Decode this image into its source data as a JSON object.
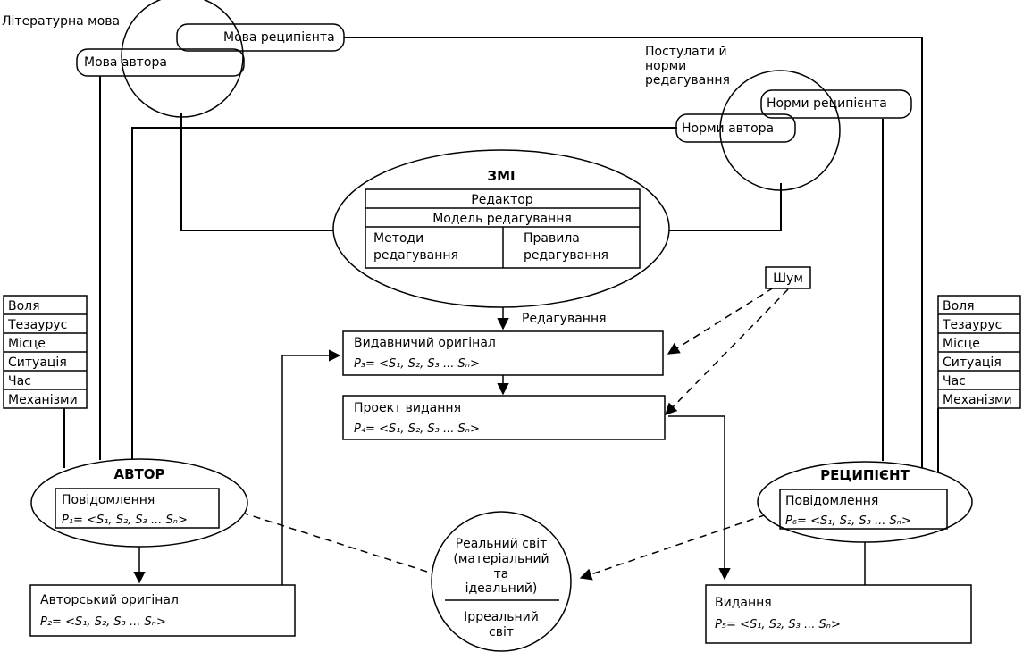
{
  "top_left_label": "Літературна мова",
  "top_right_label": [
    "Постулати й",
    "норми",
    "редагування"
  ],
  "author_language": "Мова автора",
  "recipient_language": "Мова реципієнта",
  "author_norms": "Норми автора",
  "recipient_norms": "Норми реципієнта",
  "media": {
    "title": "ЗМІ",
    "editor": "Редактор",
    "model": "Модель редагування",
    "methods": [
      "Методи",
      "редагування"
    ],
    "rules": [
      "Правила",
      "редагування"
    ]
  },
  "editing_label": "Редагування",
  "noise": "Шум",
  "publishing_original": {
    "title": "Видавничий оригінал",
    "formula": "P₃= <S₁,  S₂,  S₃ ...  Sₙ>"
  },
  "publication_project": {
    "title": "Проект видання",
    "formula": "P₄= <S₁,  S₂,  S₃ ...  Sₙ>"
  },
  "attributes_left": [
    "Воля",
    "Тезаурус",
    "Місце",
    "Ситуація",
    "Час",
    "Механізми"
  ],
  "attributes_right": [
    "Воля",
    "Тезаурус",
    "Місце",
    "Ситуація",
    "Час",
    "Механізми"
  ],
  "author": {
    "title": "АВТОР",
    "message": "Повідомлення",
    "formula": "P₁= <S₁,  S₂,  S₃ ...  Sₙ>"
  },
  "recipient": {
    "title": "РЕЦИПІЄНТ",
    "message": "Повідомлення",
    "formula": "P₆= <S₁,  S₂,  S₃ ...  Sₙ>"
  },
  "real_world": [
    "Реальний світ",
    "(матеріальний",
    "та",
    "ідеальний)"
  ],
  "unreal_world": [
    "Ірреальний",
    "світ"
  ],
  "author_original": {
    "title": "Авторський оригінал",
    "formula": "P₂= <S₁,  S₂,  S₃ ...  Sₙ>"
  },
  "publication": {
    "title": "Видання",
    "formula": "P₅= <S₁,  S₂,  S₃ ...  Sₙ>"
  }
}
